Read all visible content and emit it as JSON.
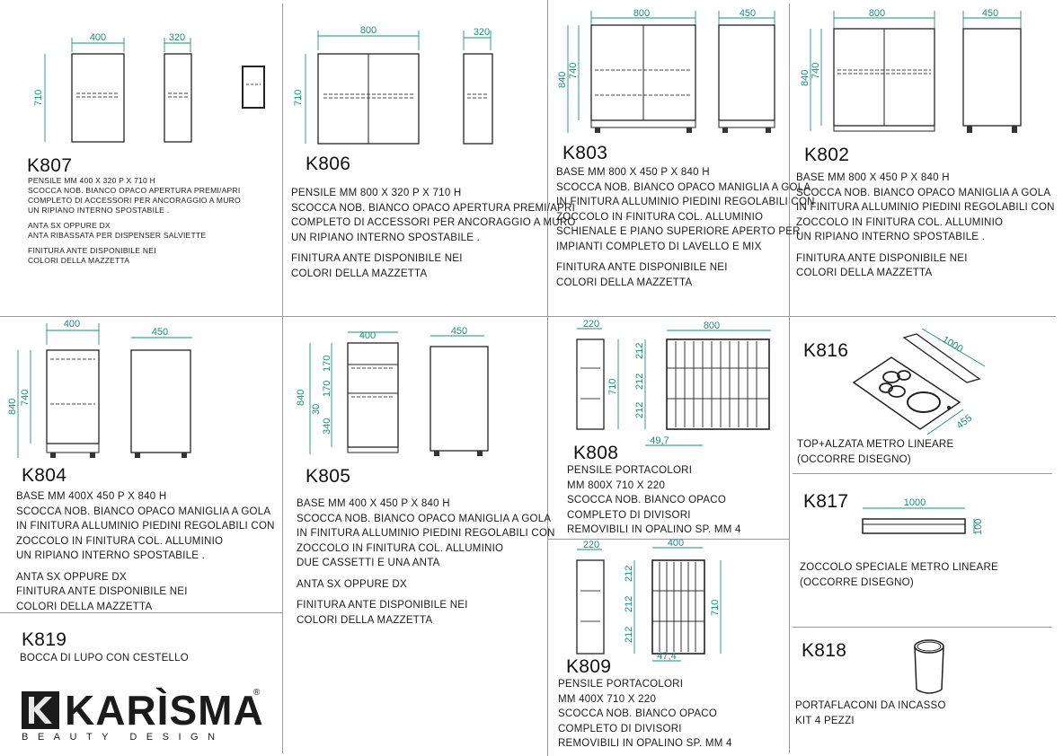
{
  "brand": {
    "name": "KARÌSMA",
    "registered": "®",
    "tagline": "BEAUTY DESIGN"
  },
  "colors": {
    "dimension_lines": "#1a8f7d",
    "drawing_lines": "#222222",
    "separators": "#9a9a9a"
  },
  "products": {
    "k807": {
      "code": "K807",
      "dims": [
        "400",
        "320",
        "710"
      ],
      "lines": [
        "PENSILE MM 400 X 320 P X 710 H",
        "SCOCCA NOB. BIANCO OPACO APERTURA PREMI/APRI",
        "COMPLETO DI ACCESSORI PER ANCORAGGIO A MURO",
        "UN RIPIANO INTERNO SPOSTABILE ."
      ],
      "lines2": [
        "ANTA SX OPPURE DX",
        "ANTA RIBASSATA PER DISPENSER SALVIETTE"
      ],
      "lines3": [
        "FINITURA ANTE DISPONIBILE NEI",
        "COLORI DELLA MAZZETTA"
      ]
    },
    "k806": {
      "code": "K806",
      "dims": [
        "800",
        "320",
        "710"
      ],
      "lines": [
        "PENSILE MM 800 X 320 P X 710 H",
        "SCOCCA NOB. BIANCO OPACO APERTURA PREMI/APRI",
        "COMPLETO DI ACCESSORI PER ANCORAGGIO A MURO",
        "UN RIPIANO INTERNO SPOSTABILE ."
      ],
      "lines2": [
        "FINITURA ANTE DISPONIBILE NEI",
        "COLORI DELLA MAZZETTA"
      ]
    },
    "k803": {
      "code": "K803",
      "dims": [
        "800",
        "450",
        "840",
        "740"
      ],
      "lines": [
        "BASE MM 800 X 450 P X 840 H",
        "SCOCCA NOB. BIANCO OPACO MANIGLIA A GOLA",
        "IN FINITURA ALLUMINIO PIEDINI REGOLABILI CON",
        "ZOCCOLO IN FINITURA COL. ALLUMINIO",
        "SCHIENALE E PIANO SUPERIORE APERTO PER",
        "IMPIANTI COMPLETO DI LAVELLO E MIX"
      ],
      "lines2": [
        "FINITURA ANTE DISPONIBILE NEI",
        "COLORI DELLA MAZZETTA"
      ]
    },
    "k802": {
      "code": "K802",
      "dims": [
        "800",
        "450",
        "840",
        "740"
      ],
      "lines": [
        "BASE MM 800 X 450 P X 840 H",
        "SCOCCA NOB. BIANCO OPACO MANIGLIA A GOLA",
        "IN FINITURA ALLUMINIO PIEDINI REGOLABILI CON",
        "ZOCCOLO IN FINITURA COL. ALLUMINIO",
        "UN RIPIANO INTERNO SPOSTABILE ."
      ],
      "lines2": [
        "FINITURA ANTE DISPONIBILE NEI",
        "COLORI DELLA MAZZETTA"
      ]
    },
    "k804": {
      "code": "K804",
      "dims": [
        "400",
        "450",
        "840",
        "740"
      ],
      "lines": [
        "BASE MM 400X 450 P X 840 H",
        "SCOCCA NOB. BIANCO OPACO MANIGLIA A GOLA",
        "IN FINITURA ALLUMINIO PIEDINI REGOLABILI CON",
        "ZOCCOLO IN FINITURA COL. ALLUMINIO",
        "UN RIPIANO INTERNO SPOSTABILE ."
      ],
      "lines2": [
        "ANTA SX OPPURE DX",
        "FINITURA ANTE DISPONIBILE NEI",
        "COLORI DELLA MAZZETTA"
      ]
    },
    "k805": {
      "code": "K805",
      "dims": [
        "400",
        "450",
        "840",
        "170",
        "170",
        "340",
        "30"
      ],
      "lines": [
        "BASE MM 400 X 450 P X 840 H",
        "SCOCCA NOB. BIANCO OPACO MANIGLIA A GOLA",
        "IN FINITURA ALLUMINIO PIEDINI REGOLABILI CON",
        "ZOCCOLO IN FINITURA COL. ALLUMINIO",
        "DUE CASSETTI E UNA ANTA"
      ],
      "lines2": [
        "ANTA SX OPPURE DX"
      ],
      "lines3": [
        "FINITURA ANTE DISPONIBILE NEI",
        "COLORI DELLA MAZZETTA"
      ]
    },
    "k808": {
      "code": "K808",
      "dims": [
        "220",
        "800",
        "710",
        "212",
        "212",
        "212",
        "49,7"
      ],
      "lines": [
        "PENSILE PORTACOLORI",
        "MM 800X 710 X 220",
        "SCOCCA NOB. BIANCO OPACO",
        "COMPLETO DI DIVISORI",
        "REMOVIBILI IN OPALINO SP. MM 4"
      ]
    },
    "k809": {
      "code": "K809",
      "dims": [
        "220",
        "400",
        "710",
        "212",
        "212",
        "212",
        "47,4"
      ],
      "lines": [
        "PENSILE PORTACOLORI",
        "MM 400X 710 X 220",
        "SCOCCA NOB. BIANCO OPACO",
        "COMPLETO DI DIVISORI",
        "REMOVIBILI IN OPALINO SP. MM 4"
      ]
    },
    "k816": {
      "code": "K816",
      "dims": [
        "1000",
        "455"
      ],
      "lines": [
        "TOP+ALZATA METRO LINEARE",
        "(OCCORRE DISEGNO)"
      ]
    },
    "k817": {
      "code": "K817",
      "dims": [
        "1000",
        "100"
      ],
      "lines": [
        "ZOCCOLO SPECIALE METRO LINEARE",
        "(OCCORRE DISEGNO)"
      ]
    },
    "k818": {
      "code": "K818",
      "lines": [
        "PORTAFLACONI DA INCASSO",
        "KIT 4 PEZZI"
      ]
    },
    "k819": {
      "code": "K819",
      "lines": [
        "BOCCA DI LUPO CON CESTELLO"
      ]
    }
  }
}
